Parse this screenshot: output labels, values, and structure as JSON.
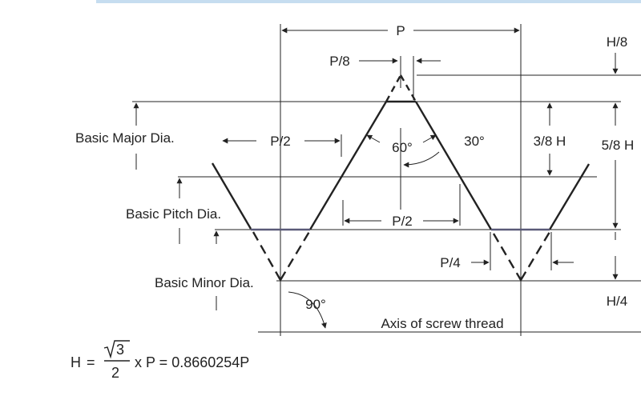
{
  "labels": {
    "p": "P",
    "p8": "P/8",
    "h8": "H/8",
    "major": "Basic Major Dia.",
    "p2_left": "P/2",
    "deg60": "60°",
    "deg30": "30°",
    "h38": "3/8 H",
    "h58": "5/8 H",
    "pitch": "Basic Pitch Dia.",
    "p2_mid": "P/2",
    "p4": "P/4",
    "minor": "Basic Minor Dia.",
    "h4": "H/4",
    "deg90": "90°",
    "axis": "Axis of screw thread"
  },
  "formula": {
    "h": "H",
    "eq1": "=",
    "sqrt_arg": "3",
    "denominator": "2",
    "tail": "x P = 0.8660254P"
  },
  "colors": {
    "topbar": "#c6ddf0",
    "ink": "#222222",
    "flat_line": "#5a5a78"
  }
}
